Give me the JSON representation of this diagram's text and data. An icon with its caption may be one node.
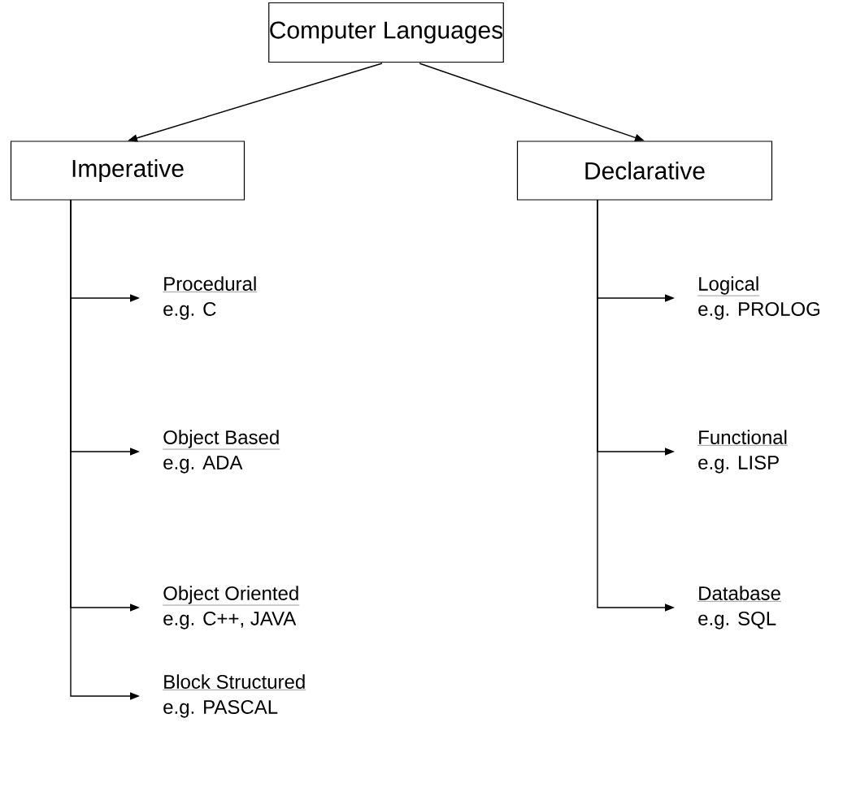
{
  "diagram": {
    "nodes": [
      {
        "text": [
          "Computer Languages"
        ]
      },
      {
        "text": [
          "Imperative"
        ]
      },
      {
        "text": [
          "Declarative"
        ]
      },
      {
        "text": [
          "Procedural",
          "e.g. C"
        ]
      },
      {
        "text": [
          "Object Based",
          "e.g. ADA"
        ]
      },
      {
        "text": [
          "Object Oriented",
          "e.g. C++, JAVA"
        ]
      },
      {
        "text": [
          "Block Structured",
          "e.g. PASCAL"
        ]
      },
      {
        "text": [
          "Logical",
          "e.g. PROLOG"
        ]
      },
      {
        "text": [
          "Functional",
          "e.g. LISP"
        ]
      },
      {
        "text": [
          "Database",
          "e.g. SQL"
        ]
      }
    ],
    "edges": [
      {
        "from": 0,
        "to": 1,
        "arrow": "to"
      },
      {
        "from": 0,
        "to": 2,
        "arrow": "to"
      },
      {
        "from": 1,
        "to": 3,
        "arrow": "to"
      },
      {
        "from": 1,
        "to": 4,
        "arrow": "to"
      },
      {
        "from": 1,
        "to": 5,
        "arrow": "to"
      },
      {
        "from": 1,
        "to": 6,
        "arrow": "to"
      },
      {
        "from": 2,
        "to": 7,
        "arrow": "to"
      },
      {
        "from": 2,
        "to": 8,
        "arrow": "to"
      },
      {
        "from": 2,
        "to": 9,
        "arrow": "to"
      }
    ]
  }
}
